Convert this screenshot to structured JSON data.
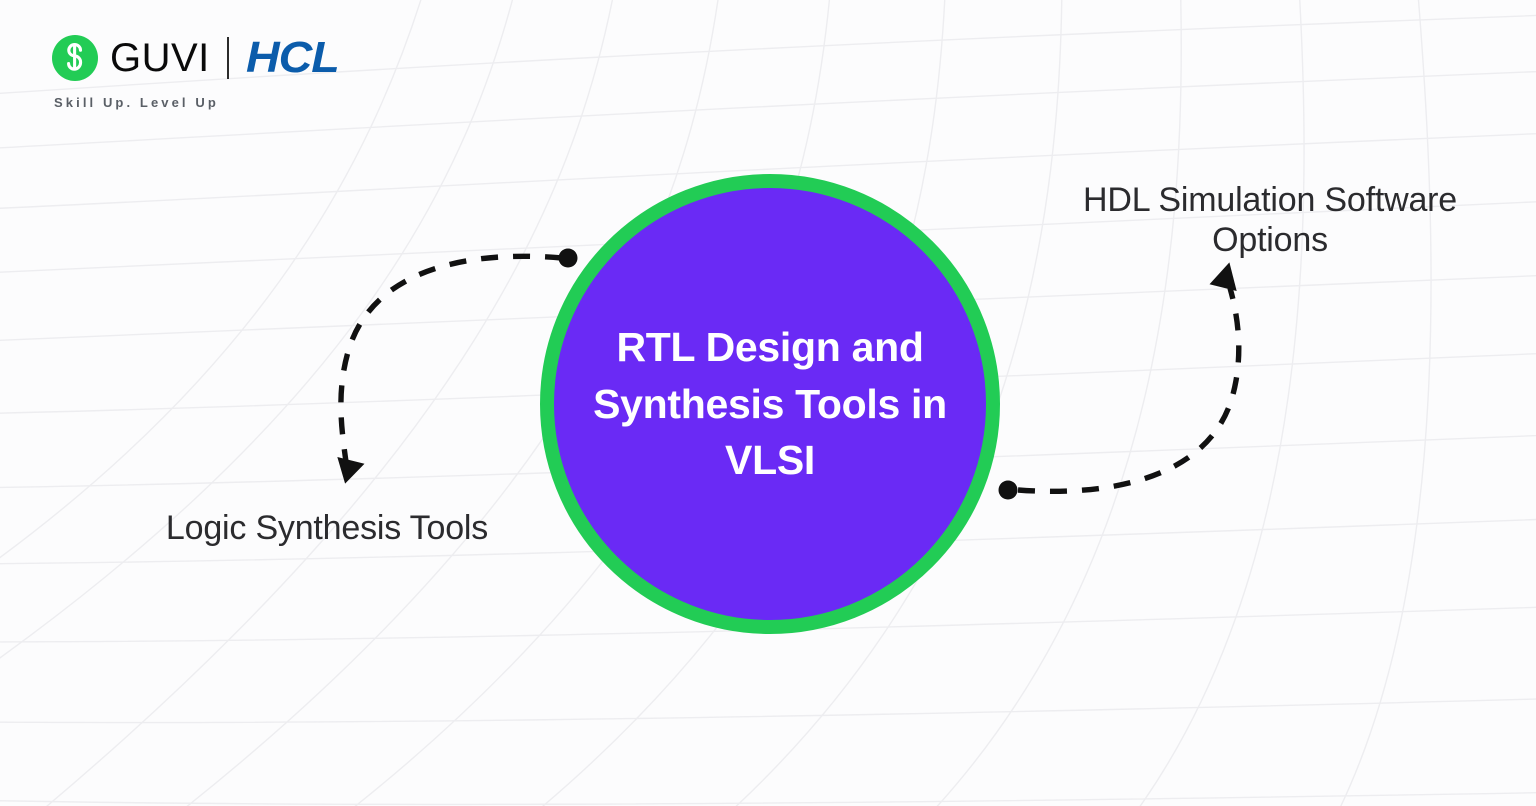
{
  "brand": {
    "mark_icon": "guvi-g-logo-icon",
    "wordmark": "GUVI",
    "partner_wordmark": "HCL",
    "tagline": "Skill Up. Level Up",
    "colors": {
      "guvi_green": "#22cc55",
      "hcl_blue": "#0b5cab",
      "tagline_gray": "#5a5f66"
    }
  },
  "diagram": {
    "center": {
      "title": "RTL Design and Synthesis Tools in VLSI",
      "fill_color": "#6a2af5",
      "ring_color": "#22cc55",
      "text_color": "#ffffff"
    },
    "branches": [
      {
        "id": "logic-synthesis-tools",
        "label": "Logic Synthesis Tools",
        "side": "left",
        "connector": "dashed-curved-arrow",
        "origin_dot": true,
        "arrowhead": true
      },
      {
        "id": "hdl-simulation-software-options",
        "label": "HDL Simulation Software Options",
        "side": "right",
        "connector": "dashed-curved-arrow",
        "origin_dot": true,
        "arrowhead": true
      }
    ],
    "connector_color": "#111111",
    "label_color": "#2b2b2e"
  },
  "background": {
    "style": "warped-radial-grid",
    "base_color": "#fcfcfd",
    "line_color": "#ededf0"
  }
}
